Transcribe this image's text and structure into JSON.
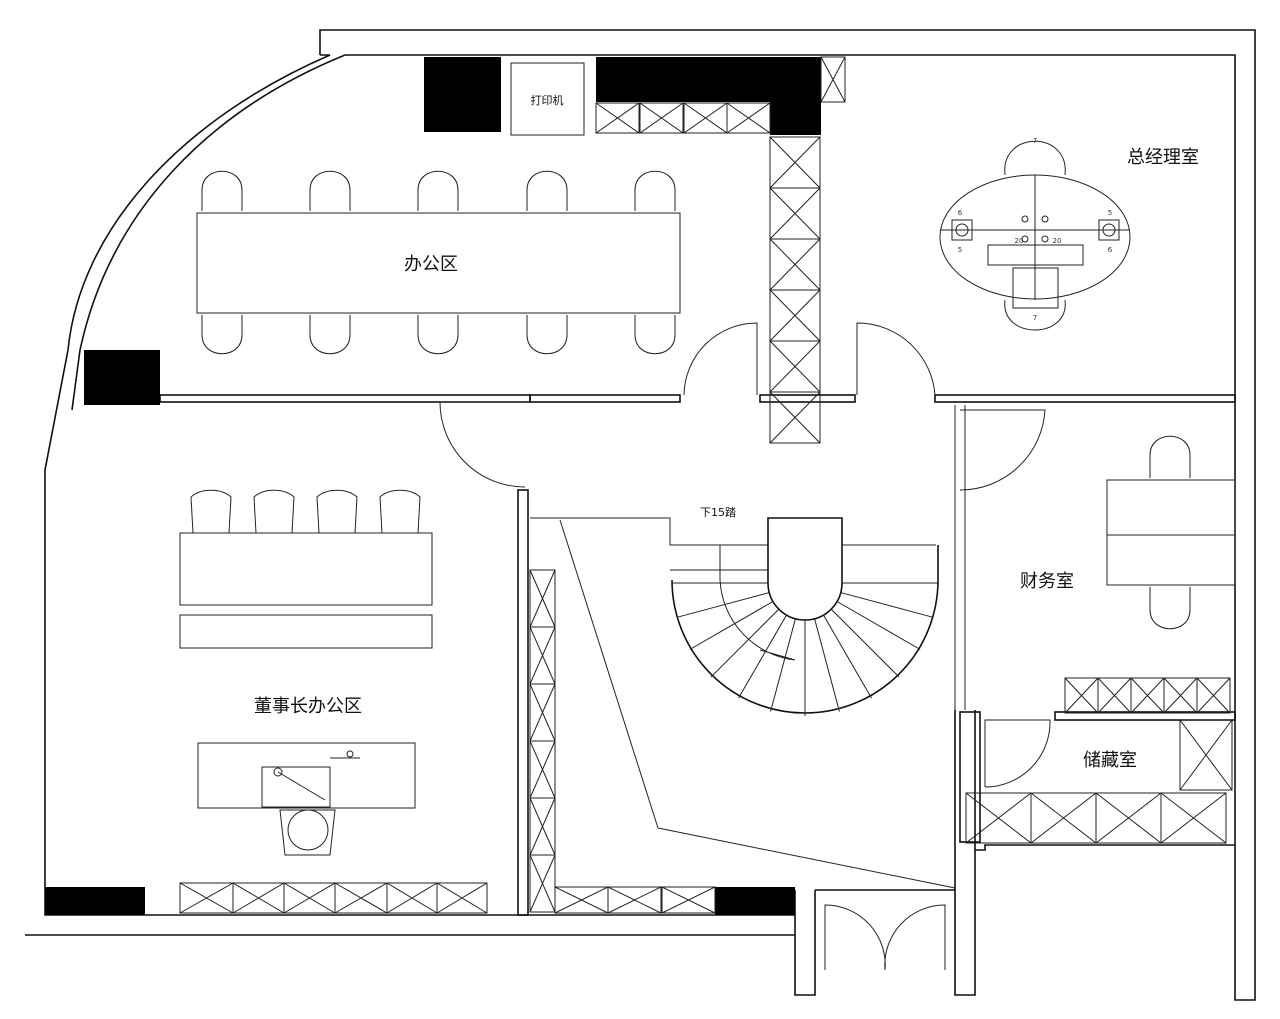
{
  "rooms": {
    "office": "办公区",
    "printer": "打印机",
    "gm_office": "总经理室",
    "finance": "财务室",
    "chairman_office": "董事长办公区",
    "storage": "储藏室",
    "stairs": "下15踏"
  },
  "table_marks": {
    "top": "7",
    "bottom": "7",
    "left_top": "6",
    "left_bottom": "5",
    "right_top": "5",
    "right_bottom": "6",
    "mid_left": "20",
    "mid_right": "20"
  },
  "colors": {
    "line": "#111111",
    "fill": "#000000",
    "background": "#ffffff"
  }
}
